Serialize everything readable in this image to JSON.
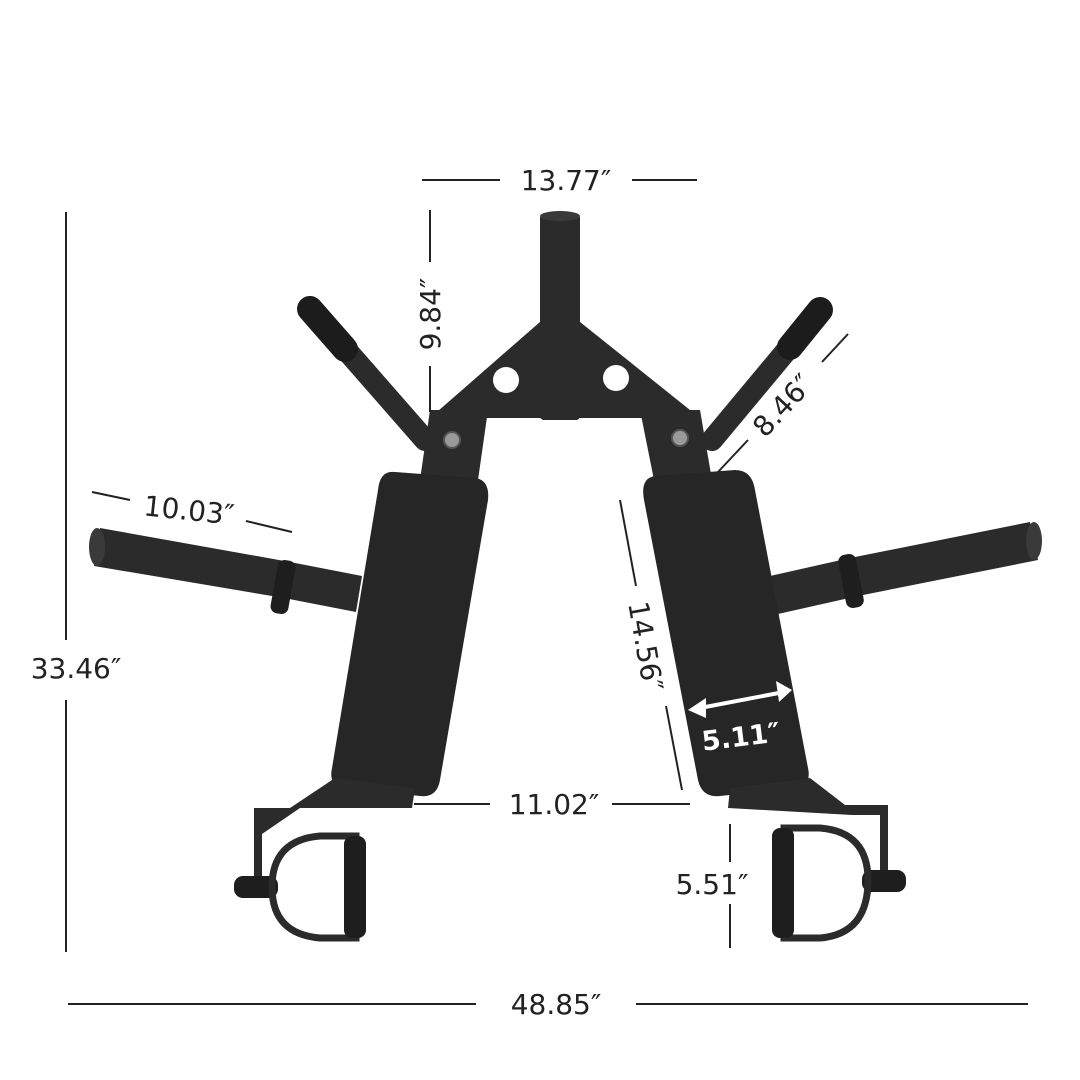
{
  "dimensions": {
    "top_width": "13.77″",
    "post_height": "9.84″",
    "handle_length": "8.46″",
    "bar_length": "10.03″",
    "total_height": "33.46″",
    "pad_length": "14.56″",
    "pad_width": "5.11″",
    "pad_gap": "11.02″",
    "stirrup_height": "5.51″",
    "total_width": "48.85″"
  },
  "colors": {
    "steel": "#2b2b2b",
    "pad": "#262626",
    "dimension_line": "#222222",
    "background": "#ffffff"
  }
}
